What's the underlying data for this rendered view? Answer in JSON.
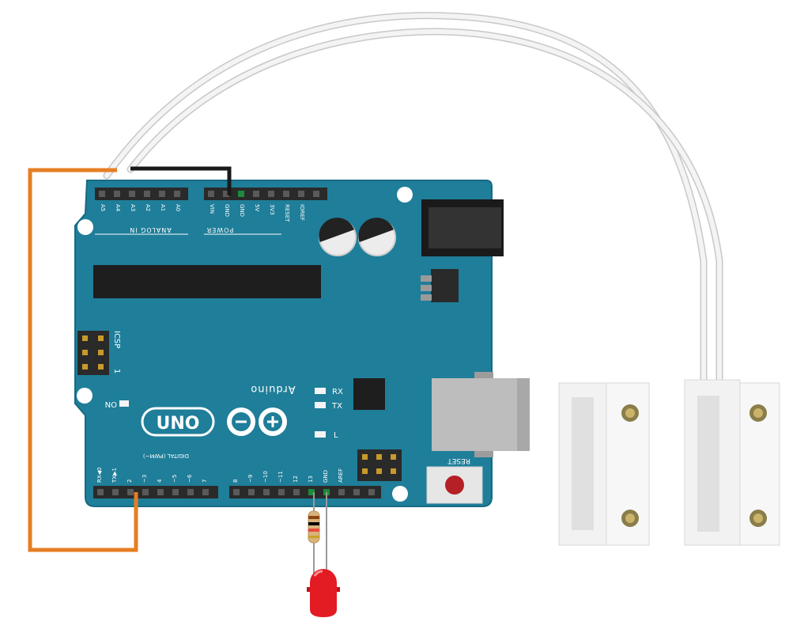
{
  "board": {
    "brand": "Arduino",
    "model": "UNO",
    "on_label": "ON",
    "rx_label": "RX",
    "tx_label": "TX",
    "l_label": "L",
    "icsp_label": "ICSP",
    "icsp_pin1": "1",
    "reset_label": "RESET",
    "digital_group": "DIGITAL (PWM~)",
    "analog_group": "ANALOG IN",
    "power_group": "POWER",
    "analog_pins": [
      "A5",
      "A4",
      "A3",
      "A2",
      "A1",
      "A0"
    ],
    "power_pins": [
      "VIN",
      "GND",
      "GND",
      "5V",
      "3V3",
      "RESET",
      "IOREF"
    ],
    "digital_low": [
      "RX◀0",
      "TX▶1",
      "2",
      "~3",
      "4",
      "~5",
      "~6",
      "7"
    ],
    "digital_high": [
      "8",
      "~9",
      "~10",
      "~11",
      "12",
      "13",
      "GND",
      "AREF"
    ],
    "colors": {
      "board": "#1f7e99",
      "board_edge": "#176a82",
      "header": "#2a2a2a",
      "wire_orange": "#e67e22",
      "wire_black": "#1a1a1a",
      "wire_white": "#e6e6e6",
      "led": "#e31b23"
    }
  },
  "components": {
    "led": "led-icon",
    "resistor": "resistor-icon",
    "reed_switch": "magnetic-reed-switch-icon"
  }
}
